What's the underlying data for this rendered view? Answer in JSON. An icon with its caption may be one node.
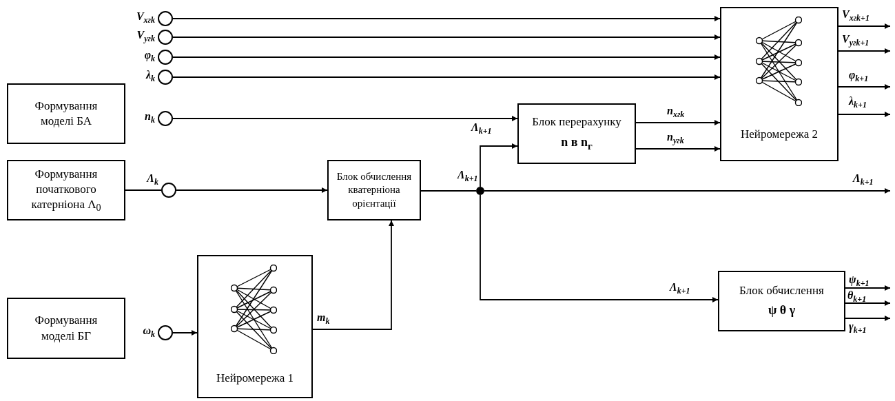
{
  "diagram": {
    "nodes": [
      {
        "text": [
          "Формування моделі БА"
        ]
      },
      {
        "text": [
          "Формування початкового катерніона Λ$_{0}$"
        ]
      },
      {
        "text": [
          "Формування моделі БГ"
        ]
      },
      {
        "text": [],
        "shape": "circle",
        "beside": [
          "V$_{xгk}$"
        ]
      },
      {
        "text": [],
        "shape": "circle",
        "beside": [
          "V$_{yгk}$"
        ]
      },
      {
        "text": [],
        "shape": "circle",
        "beside": [
          "φ$_{k}$"
        ]
      },
      {
        "text": [],
        "shape": "circle",
        "beside": [
          "λ$_{k}$"
        ]
      },
      {
        "text": [],
        "shape": "circle",
        "beside": [
          "n$_{k}$"
        ]
      },
      {
        "text": [],
        "shape": "circle",
        "beside": [
          "Λ$_{k}$"
        ]
      },
      {
        "text": [],
        "shape": "circle",
        "beside": [
          "ω$_{k}$"
        ]
      },
      {
        "text": [
          "Блок обчислення кватерніона орієнтації"
        ]
      },
      {
        "text": [
          "Блок перерахунку",
          "**n** в **n**$_{г}$"
        ]
      },
      {
        "text": [
          "Нейромережа 2"
        ]
      },
      {
        "text": [
          "Нейромережа 1"
        ]
      },
      {
        "text": [
          "Блок обчислення",
          "ψ θ γ"
        ]
      },
      {
        "text": [],
        "shape": "dot"
      }
    ],
    "edges": [
      {
        "from": 1,
        "to": 8,
        "arrow": "none"
      },
      {
        "from": 3,
        "to": 12,
        "arrow": "to"
      },
      {
        "from": 4,
        "to": 12,
        "arrow": "to"
      },
      {
        "from": 5,
        "to": 12,
        "arrow": "to"
      },
      {
        "from": 6,
        "to": 12,
        "arrow": "to"
      },
      {
        "from": 7,
        "to": 11,
        "arrow": "to"
      },
      {
        "from": 8,
        "to": 10,
        "arrow": "to"
      },
      {
        "from": 9,
        "to": 13,
        "arrow": "to"
      },
      {
        "from": 13,
        "to": 10,
        "arrow": "to",
        "label": "m$_{k}$"
      },
      {
        "from": 10,
        "to": 15,
        "arrow": "none",
        "label": "Λ$_{k+1}$"
      },
      {
        "from": 15,
        "to": 11,
        "arrow": "to",
        "label": "Λ$_{k+1}$"
      },
      {
        "from": 15,
        "to": null,
        "arrow": "to",
        "label": "Λ$_{k+1}$"
      },
      {
        "from": 15,
        "to": 14,
        "arrow": "to",
        "label": "Λ$_{k+1}$"
      },
      {
        "from": 11,
        "to": 12,
        "arrow": "to",
        "label": "n$_{xгk}$"
      },
      {
        "from": 11,
        "to": 12,
        "arrow": "to",
        "label": "n$_{yгk}$"
      },
      {
        "from": 12,
        "to": null,
        "arrow": "to",
        "label": "V$_{xгk+1}$"
      },
      {
        "from": 12,
        "to": null,
        "arrow": "to",
        "label": "V$_{yгk+1}$"
      },
      {
        "from": 12,
        "to": null,
        "arrow": "to",
        "label": "φ$_{k+1}$"
      },
      {
        "from": 12,
        "to": null,
        "arrow": "to",
        "label": "λ$_{k+1}$"
      },
      {
        "from": 14,
        "to": null,
        "arrow": "to",
        "label": "ψ$_{k+1}$"
      },
      {
        "from": 14,
        "to": null,
        "arrow": "to",
        "label": "θ$_{k+1}$"
      },
      {
        "from": 14,
        "to": null,
        "arrow": "to",
        "label": "γ$_{k+1}$"
      }
    ]
  }
}
